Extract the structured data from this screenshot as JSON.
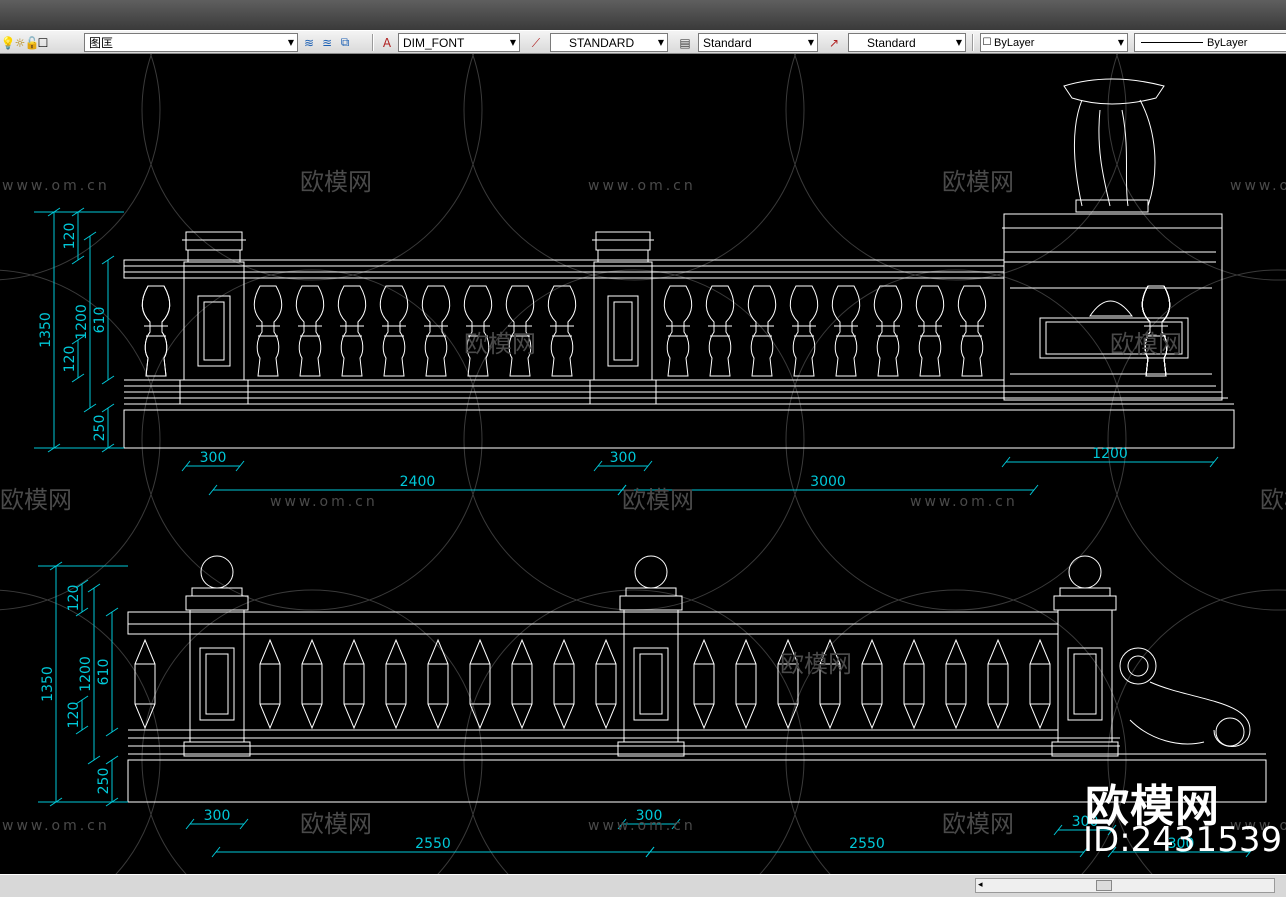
{
  "toolbar": {
    "layer_combo": "图匡",
    "text_style_combo": "DIM_FONT",
    "dim_style_combo": "STANDARD",
    "table_style_combo": "Standard",
    "mleader_style_combo": "Standard",
    "color_combo": "ByLayer",
    "linetype_combo": "ByLayer"
  },
  "watermark": {
    "site": "www.om.cn",
    "brand": "欧模网",
    "id": "ID:2431539"
  },
  "drawing": {
    "top_elevation": {
      "vertical_dims": [
        "1350",
        "120",
        "610",
        "1200",
        "120",
        "250"
      ],
      "horizontal_dims": [
        "300",
        "300",
        "1200",
        "2400",
        "3000"
      ]
    },
    "bottom_elevation": {
      "vertical_dims": [
        "1350",
        "120",
        "610",
        "1200",
        "120",
        "250"
      ],
      "horizontal_dims": [
        "300",
        "300",
        "300",
        "2550",
        "2550",
        "300"
      ]
    }
  },
  "colors": {
    "background": "#000000",
    "linework": "#ffffff",
    "dimensions": "#00c8d8",
    "watermark": "#4a4a4a"
  }
}
